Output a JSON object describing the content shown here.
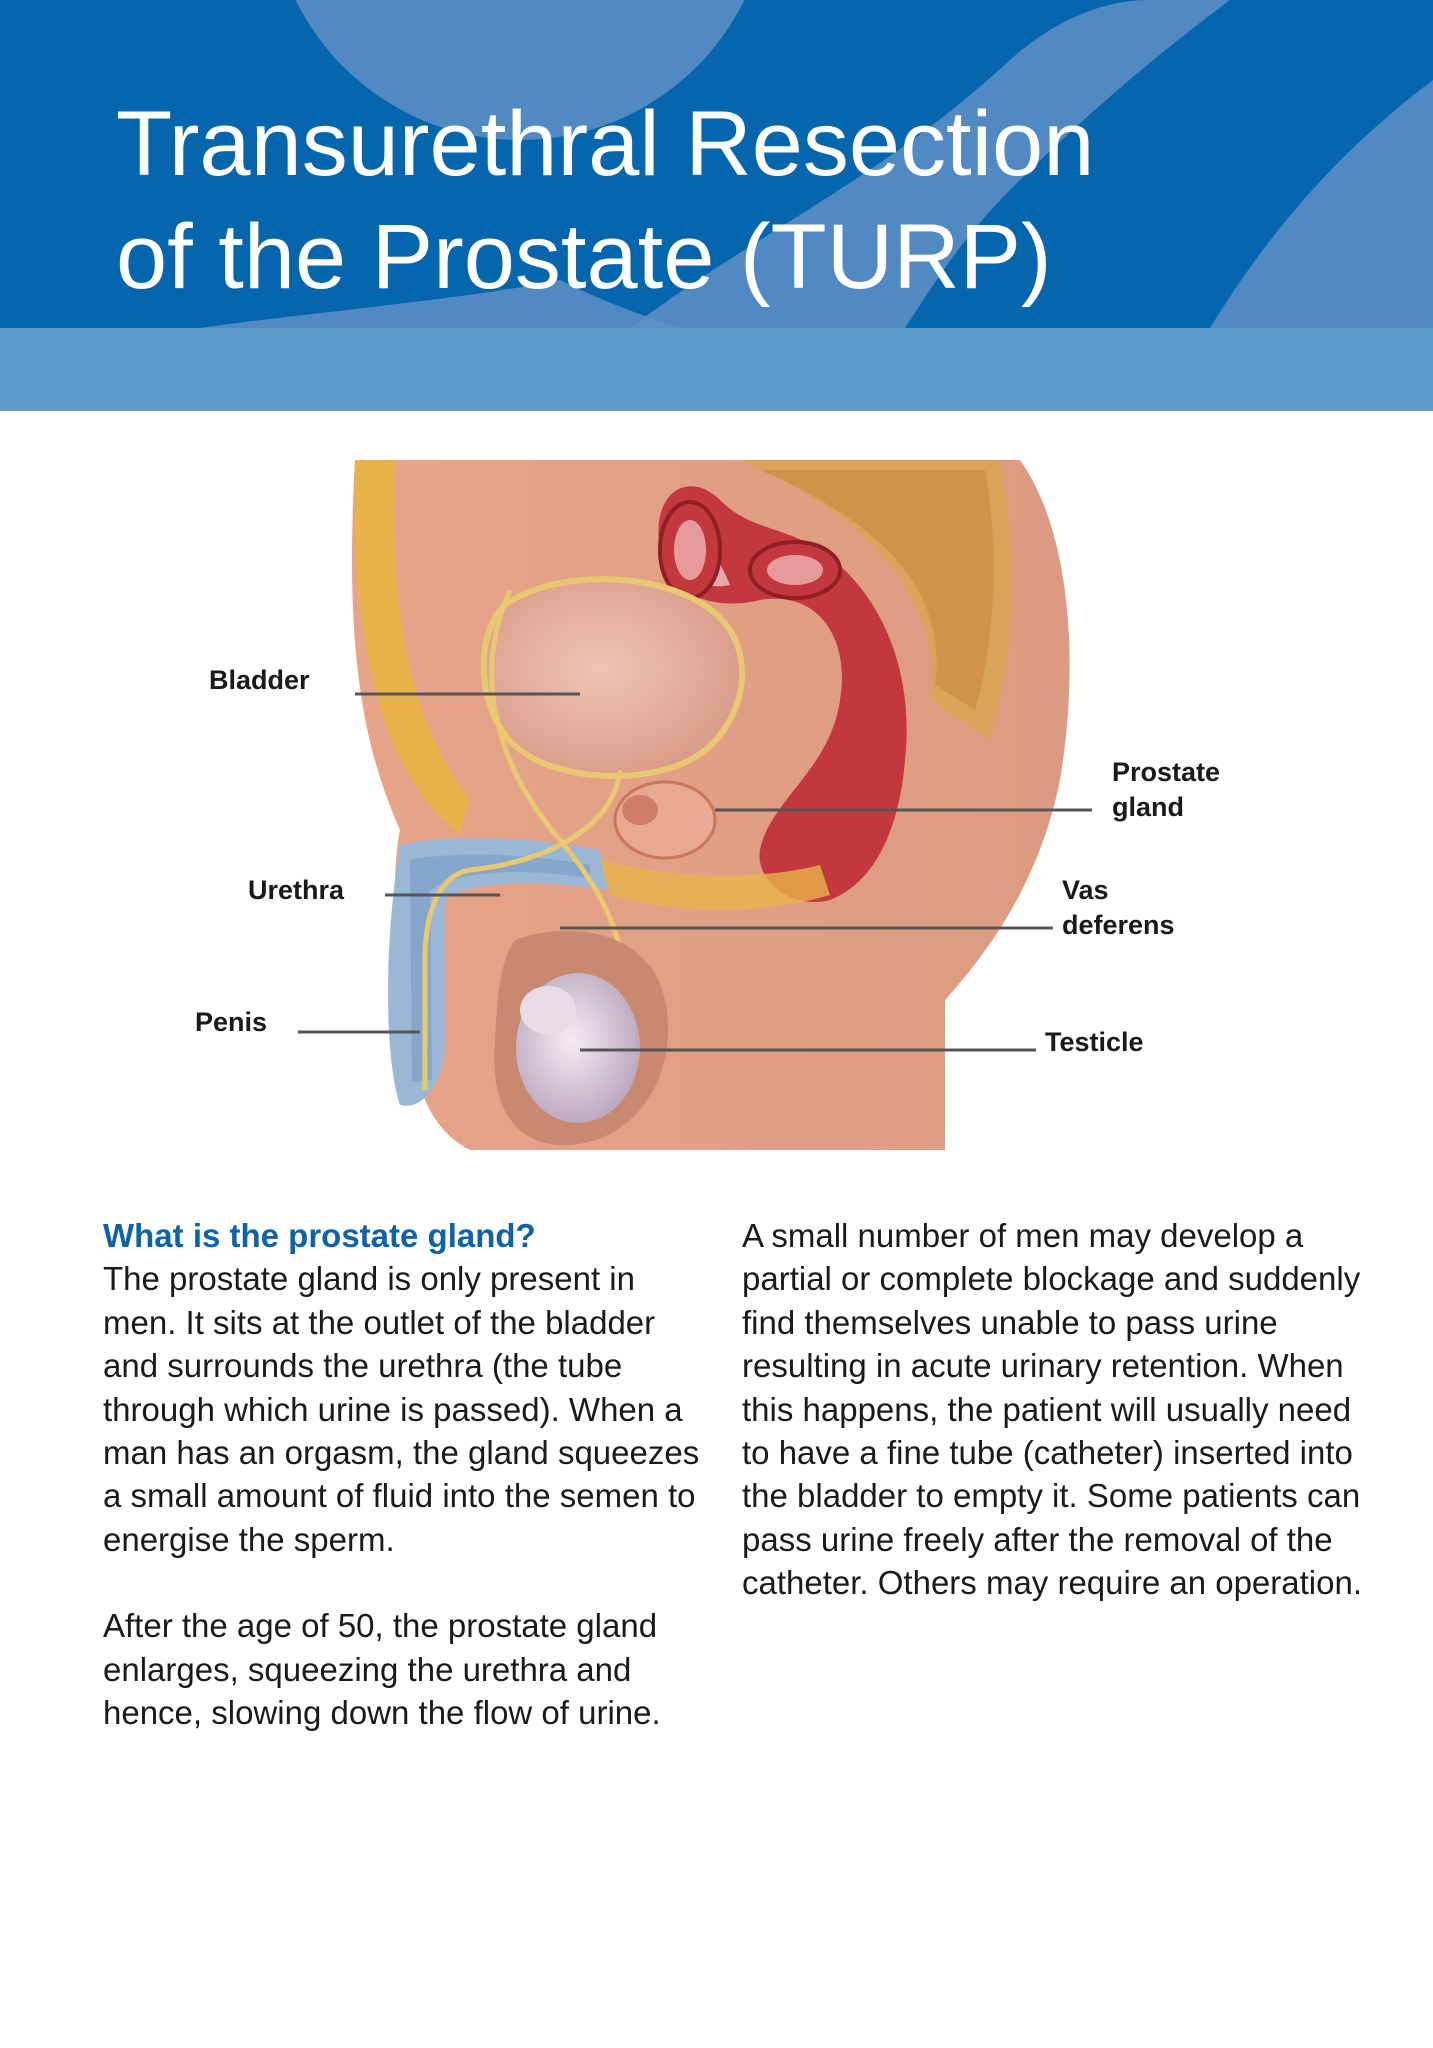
{
  "header": {
    "title_line_1": "Transurethral Resection",
    "title_line_2": "of the Prostate (TURP)"
  },
  "figure": {
    "labels": {
      "bladder": "Bladder",
      "urethra": "Urethra",
      "penis": "Penis",
      "prostate_line_1": "Prostate",
      "prostate_line_2": "gland",
      "vas_line_1": "Vas",
      "vas_line_2": "deferens",
      "testicle": "Testicle"
    }
  },
  "content": {
    "heading": "What is the prostate gland?",
    "left_paragraph_1": "The prostate gland is only present in men. It sits at the outlet of the bladder and surrounds the urethra (the tube through which urine is passed). When a man has an orgasm, the gland squeezes a small amount of fluid into the semen to energise the sperm.",
    "left_paragraph_2": "After the age of 50, the prostate gland enlarges, squeezing the urethra and hence, slowing down the flow of urine.",
    "right_paragraph_1": "A small number of men may develop a partial or complete blockage and suddenly find themselves unable to pass urine resulting in acute urinary retention. When this happens, the patient will usually need to have a fine tube (catheter) inserted into the bladder to empty it. Some patients can pass urine freely after the removal of the catheter. Others may require an operation."
  },
  "colors": {
    "header_blue": "#0565ad",
    "stripe_blue": "#5b9ccb",
    "heading_blue": "#0d62a8"
  }
}
